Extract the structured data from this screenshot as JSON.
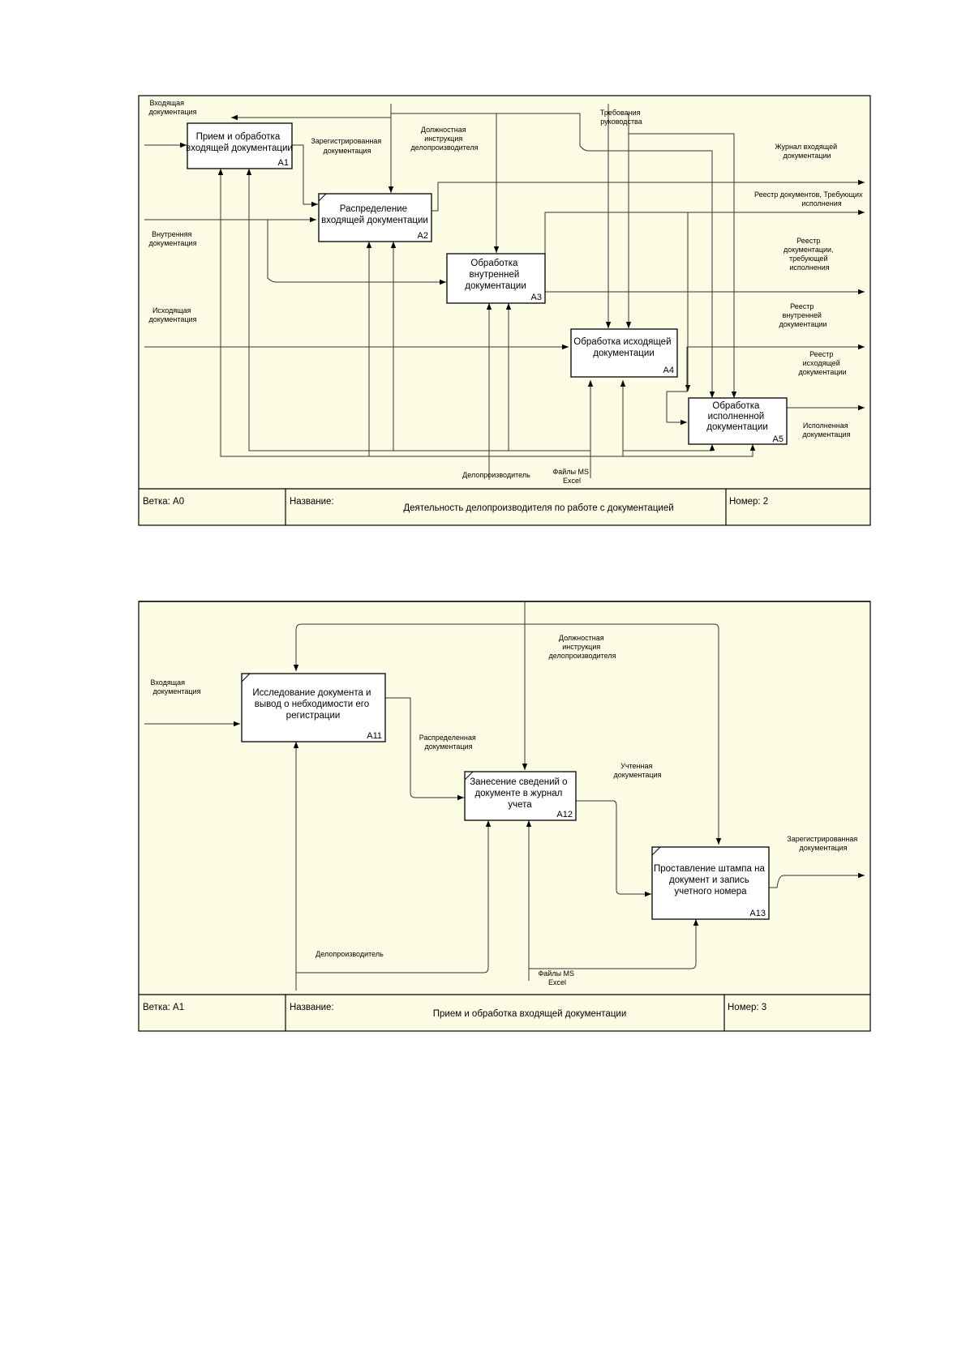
{
  "diagram_a0": {
    "boxes": [
      {
        "lines": [
          "Прием и обработка",
          "входящей документации"
        ],
        "num": "A1"
      },
      {
        "lines": [
          "Распределение",
          "входящей документации"
        ],
        "num": "A2"
      },
      {
        "lines": [
          "Обработка",
          "внутренней",
          "документации"
        ],
        "num": "A3"
      },
      {
        "lines": [
          "Обработка исходящей",
          "документации"
        ],
        "num": "A4"
      },
      {
        "lines": [
          "Обработка",
          "исполненной",
          "документации"
        ],
        "num": "A5"
      }
    ],
    "labels": {
      "in_incoming": [
        "Входящая",
        "документация"
      ],
      "in_internal": [
        "Внутренняя",
        "документация"
      ],
      "in_outgoing": [
        "Исходящая",
        "документация"
      ],
      "registered": [
        "Зарегистрированная",
        "документация"
      ],
      "instruction": [
        "Должностная",
        "инструкция",
        "делопроизводителя"
      ],
      "requirements": [
        "Требования",
        "руководства"
      ],
      "journal": [
        "Журнал входящей",
        "документации"
      ],
      "registry_req": [
        "Реестр документов, Требующих",
        "исполнения"
      ],
      "registry_req2": [
        "Реестр",
        "документации,",
        "требующей",
        "исполнения"
      ],
      "registry_internal": [
        "Реестр",
        "внутренней",
        "документации"
      ],
      "registry_outgoing": [
        "Реестр",
        "исходящей",
        "документации"
      ],
      "executed": [
        "Исполненная",
        "документация"
      ],
      "clerk": [
        "Делопроизводитель"
      ],
      "excel": [
        "Файлы MS",
        "Excel"
      ]
    },
    "footer": {
      "branch": "Ветка: A0",
      "name_label": "Название:",
      "title": "Деятельность делопроизводителя по работе с документацией",
      "number": "Номер: 2"
    }
  },
  "diagram_a1": {
    "boxes": [
      {
        "lines": [
          "Исследование документа и",
          "вывод о небходимости его",
          "регистрации"
        ],
        "num": "A11"
      },
      {
        "lines": [
          "Занесение сведений о",
          "документе в журнал",
          "учета"
        ],
        "num": "A12"
      },
      {
        "lines": [
          "Проставление штампа на",
          "документ и запись",
          "учетного номера"
        ],
        "num": "A13"
      }
    ],
    "labels": {
      "in_incoming": [
        "Входящая",
        "документация"
      ],
      "instruction": [
        "Должностная",
        "инструкция",
        "делопроизводителя"
      ],
      "distributed": [
        "Распределенная",
        "документация"
      ],
      "accounted": [
        "Учтенная",
        "документация"
      ],
      "registered": [
        "Зарегистрированная",
        "документация"
      ],
      "clerk": [
        "Делопроизводитель"
      ],
      "excel": [
        "Файлы MS",
        "Excel"
      ]
    },
    "footer": {
      "branch": "Ветка: A1",
      "name_label": "Название:",
      "title": "Прием и обработка входящей документации",
      "number": "Номер: 3"
    }
  }
}
